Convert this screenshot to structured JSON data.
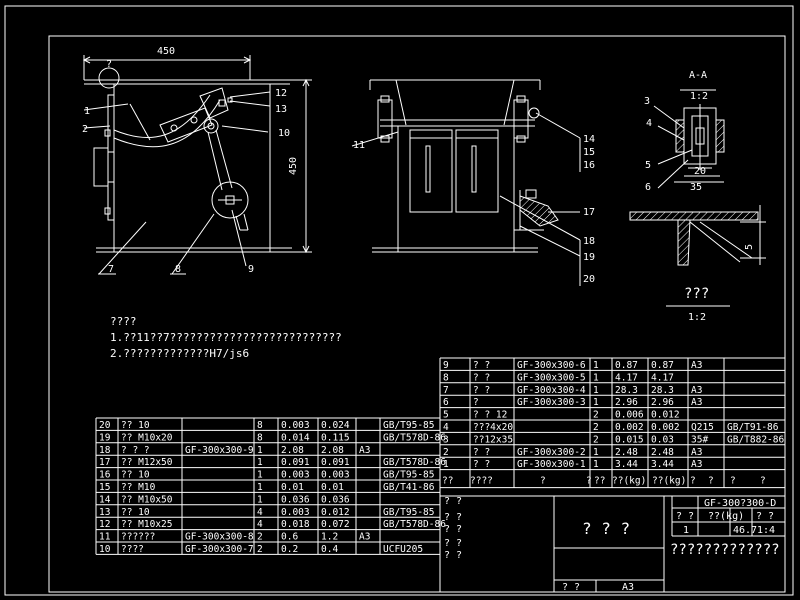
{
  "colors": {
    "background": "#000000",
    "lines": "#ffffff",
    "hatch": "#ffffff"
  },
  "front_view": {
    "dim_width": "450",
    "dim_height": "450",
    "top_mark": "?",
    "callouts": [
      "1",
      "2",
      "7",
      "8",
      "9",
      "10",
      "12",
      "13"
    ]
  },
  "side_view": {
    "callouts": [
      "11",
      "14",
      "15",
      "16",
      "17",
      "18",
      "19",
      "20"
    ]
  },
  "section_view": {
    "title": "A-A",
    "scale": "1:2",
    "callouts": [
      "3",
      "4",
      "5",
      "6"
    ],
    "dim_20": "20",
    "dim_35": "35",
    "dim_5": "5"
  },
  "detail": {
    "title": "???",
    "scale": "1:2"
  },
  "notes": {
    "heading": "????",
    "line1": "1.??11??7??????????????????????????",
    "line2": "2.?????????????H7/js6"
  },
  "bom_left": [
    [
      "20",
      "?? 10",
      "",
      "8",
      "0.003",
      "0.024",
      "",
      "GB/T95-85"
    ],
    [
      "19",
      "?? M10x20",
      "",
      "8",
      "0.014",
      "0.115",
      "",
      "GB/T578D-86"
    ],
    [
      "18",
      "? ?  ?",
      "GF-300x300-9",
      "1",
      "2.08",
      "2.08",
      "A3",
      ""
    ],
    [
      "17",
      "?? M12x50",
      "",
      "1",
      "0.091",
      "0.091",
      "",
      "GB/T578D-86"
    ],
    [
      "16",
      "?? 10",
      "",
      "1",
      "0.003",
      "0.003",
      "",
      "GB/T95-85"
    ],
    [
      "15",
      "?? M10",
      "",
      "1",
      "0.01",
      "0.01",
      "",
      "GB/T41-86"
    ],
    [
      "14",
      "?? M10x50",
      "",
      "1",
      "0.036",
      "0.036",
      "",
      ""
    ],
    [
      "13",
      "?? 10",
      "",
      "4",
      "0.003",
      "0.012",
      "",
      "GB/T95-85"
    ],
    [
      "12",
      "?? M10x25",
      "",
      "4",
      "0.018",
      "0.072",
      "",
      "GB/T578D-86"
    ],
    [
      "11",
      "??????",
      "GF-300x300-8",
      "2",
      "0.6",
      "1.2",
      "A3",
      ""
    ],
    [
      "10",
      "????",
      "GF-300x300-7",
      "2",
      "0.2",
      "0.4",
      "",
      "UCFU205"
    ]
  ],
  "bom_right": [
    [
      "9",
      "?  ?",
      "GF-300x300-6",
      "1",
      "0.87",
      "0.87",
      "A3",
      ""
    ],
    [
      "8",
      "?  ?",
      "GF-300x300-5",
      "1",
      "4.17",
      "4.17",
      "",
      ""
    ],
    [
      "7",
      "?  ?",
      "GF-300x300-4",
      "1",
      "28.3",
      "28.3",
      "A3",
      ""
    ],
    [
      "6",
      "?",
      "GF-300x300-3",
      "1",
      "2.96",
      "2.96",
      "A3",
      ""
    ],
    [
      "5",
      "? ? 12",
      "",
      "2",
      "0.006",
      "0.012",
      "",
      ""
    ],
    [
      "4",
      "???4x20",
      "",
      "2",
      "0.002",
      "0.002",
      "Q215",
      "GB/T91-86"
    ],
    [
      "3",
      "??12x35",
      "",
      "2",
      "0.015",
      "0.03",
      "35#",
      "GB/T882-86"
    ],
    [
      "2",
      "?  ?",
      "GF-300x300-2",
      "1",
      "2.48",
      "2.48",
      "A3",
      ""
    ],
    [
      "1",
      "?  ?",
      "GF-300x300-1",
      "1",
      "3.44",
      "3.44",
      "A3",
      ""
    ]
  ],
  "bom_header": [
    "??",
    "????",
    "?",
    "?",
    "??",
    "??(kg)",
    "??(kg)",
    "?",
    "?",
    "?",
    "?"
  ],
  "title_block": {
    "left_labels": [
      "? ?",
      "? ?",
      "? ?",
      "? ?",
      "? ?"
    ],
    "drawing_name": "? ? ?",
    "code": "GF-300?300-D",
    "row2": [
      "? ?",
      "??(kg)",
      "? ?"
    ],
    "row3": [
      "1",
      "46.7",
      "1:4"
    ],
    "company": "?????????????",
    "size_label": "? ?",
    "size": "A3"
  }
}
